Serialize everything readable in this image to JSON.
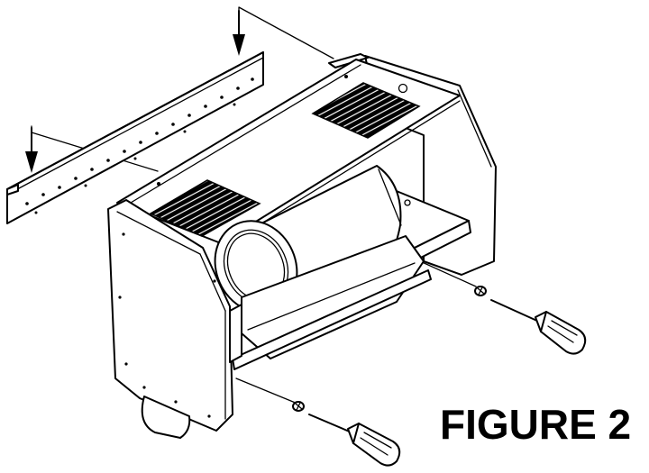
{
  "figure": {
    "caption": "FIGURE 2"
  },
  "parts": {
    "mounting_rail": {
      "icon": "mounting-rail-icon"
    },
    "blower_housing": {
      "icon": "blower-housing-icon"
    },
    "blower_wheel": {
      "icon": "blower-wheel-icon"
    },
    "vent_grilles": {
      "count": 2
    },
    "screwdrivers": {
      "count": 2
    },
    "screws": {
      "count": 2
    },
    "arrows": {
      "count": 2,
      "direction": "down"
    }
  },
  "colors": {
    "line": "#000000",
    "background": "#ffffff"
  }
}
